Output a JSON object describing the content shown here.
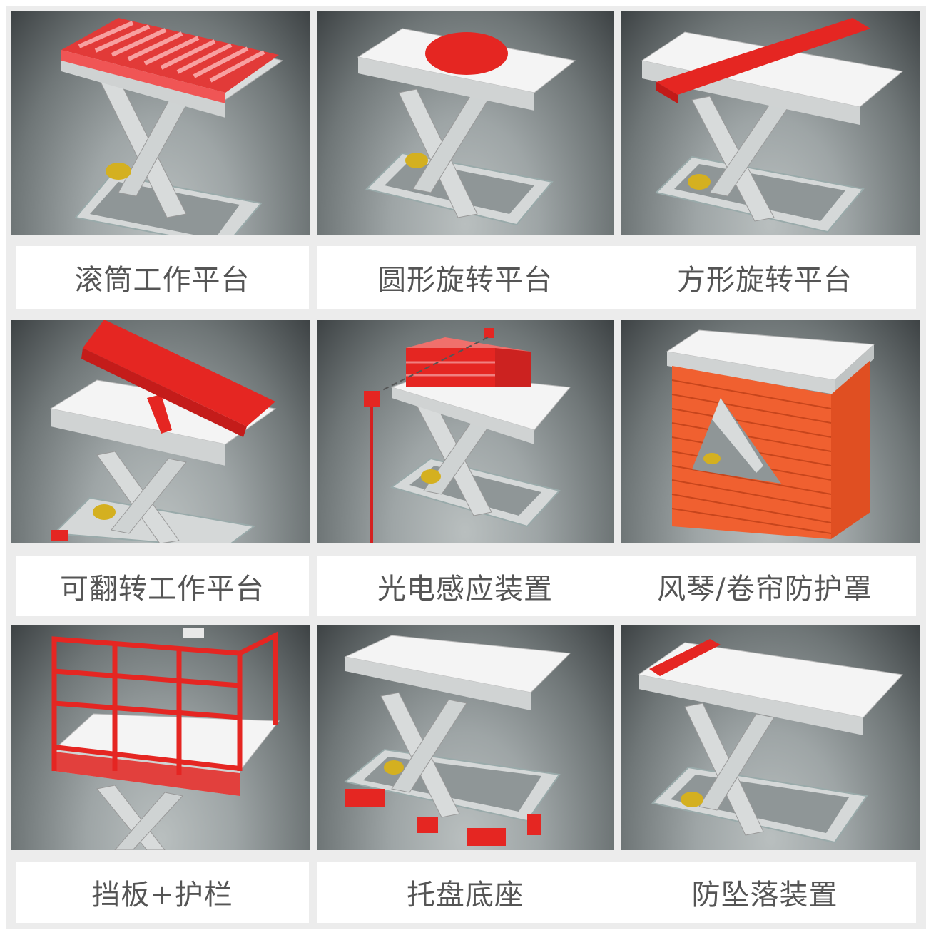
{
  "grid": {
    "columns": 3,
    "rows": 3,
    "accent_color": "#e8312e",
    "label_text_color": "#555555",
    "frame_color": "#ececec"
  },
  "items": [
    {
      "label": "滚筒工作平台",
      "illustration": "roller-platform"
    },
    {
      "label": "圆形旋转平台",
      "illustration": "round-rotating-platform"
    },
    {
      "label": "方形旋转平台",
      "illustration": "square-rotating-platform"
    },
    {
      "label": "可翻转工作平台",
      "illustration": "tilting-platform"
    },
    {
      "label": "光电感应装置",
      "illustration": "photoelectric-sensor"
    },
    {
      "label": "风琴/卷帘防护罩",
      "illustration": "bellows-guard"
    },
    {
      "label": "挡板+护栏",
      "illustration": "guardrail"
    },
    {
      "label": "托盘底座",
      "illustration": "pallet-base"
    },
    {
      "label": "防坠落装置",
      "illustration": "anti-fall-device"
    }
  ]
}
